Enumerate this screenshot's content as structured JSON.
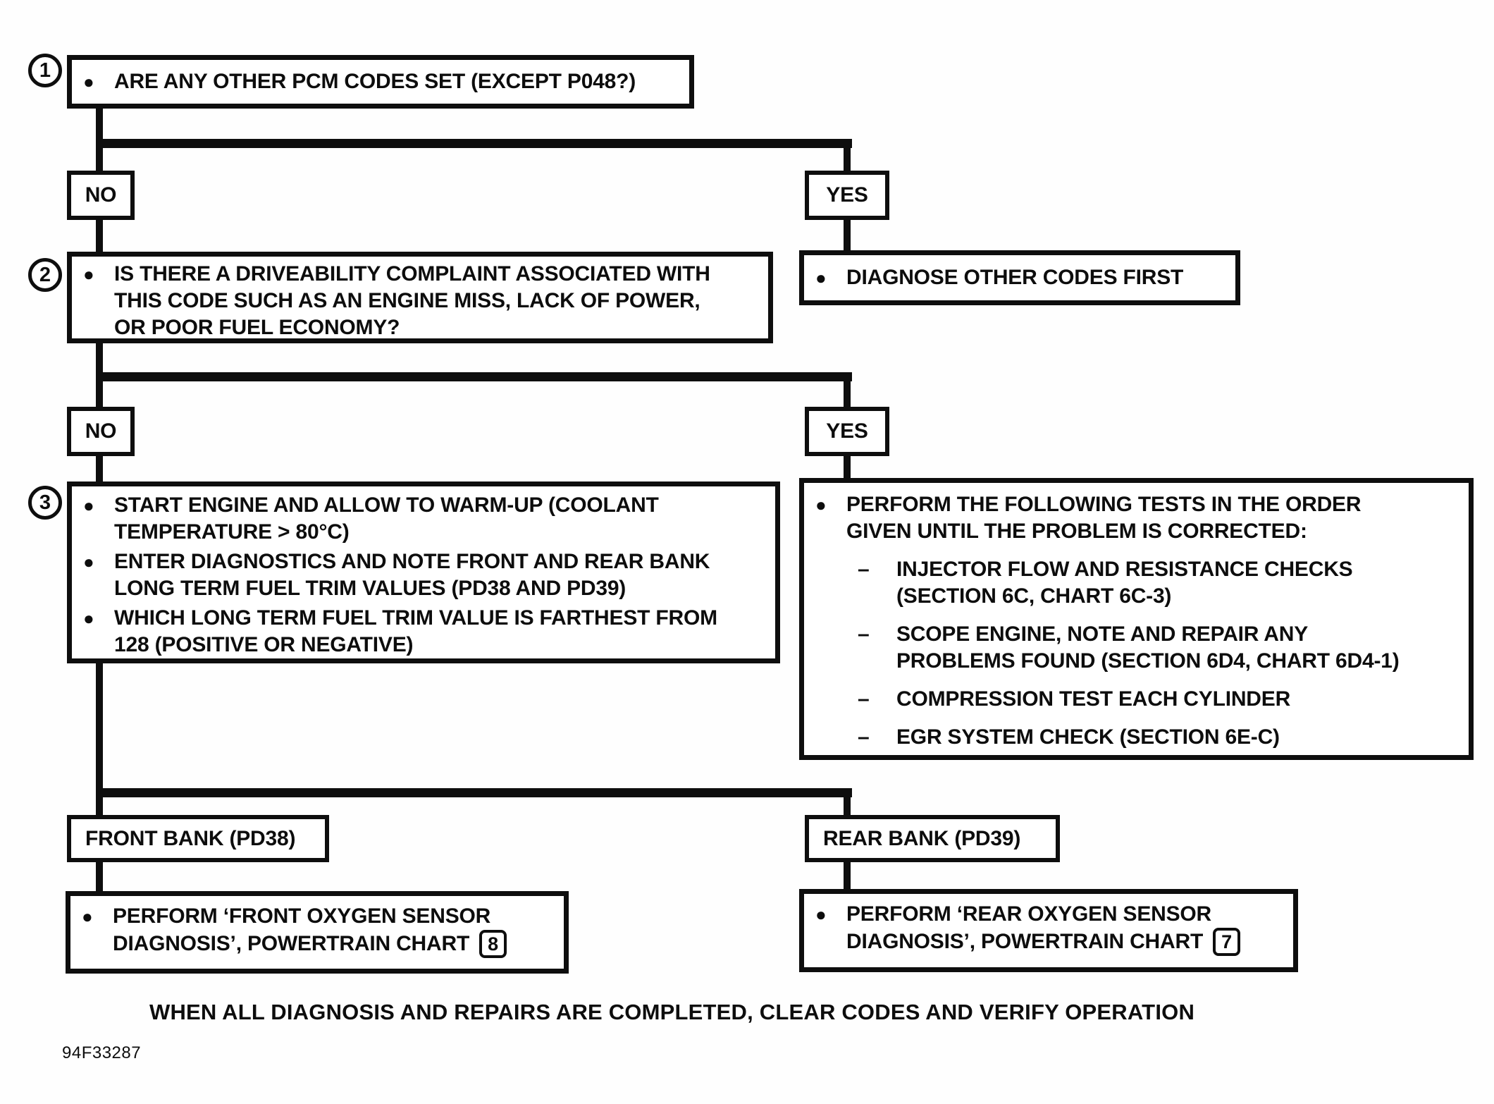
{
  "glyphs": {
    "bullet": "●",
    "dash": "–"
  },
  "labels": {
    "no": "NO",
    "yes": "YES"
  },
  "nodes": {
    "q1": {
      "step": "1",
      "text": "ARE ANY OTHER PCM CODES SET (EXCEPT P048?)"
    },
    "diagnose": {
      "text": "DIAGNOSE OTHER CODES FIRST"
    },
    "q2": {
      "step": "2",
      "lines": [
        "IS THERE A DRIVEABILITY COMPLAINT ASSOCIATED WITH",
        "THIS CODE SUCH AS AN ENGINE MISS, LACK OF POWER,",
        "OR POOR FUEL ECONOMY?"
      ]
    },
    "q3": {
      "step": "3",
      "bullets": [
        {
          "lines": [
            "START ENGINE AND ALLOW TO WARM-UP (COOLANT",
            "TEMPERATURE > 80°C)"
          ]
        },
        {
          "lines": [
            "ENTER DIAGNOSTICS AND NOTE FRONT AND REAR BANK",
            "LONG TERM FUEL TRIM VALUES (PD38 AND PD39)"
          ]
        },
        {
          "lines": [
            "WHICH LONG TERM FUEL TRIM VALUE IS FARTHEST FROM",
            "128 (POSITIVE OR NEGATIVE)"
          ]
        }
      ]
    },
    "tests": {
      "intro_lines": [
        "PERFORM  THE FOLLOWING TESTS IN THE ORDER",
        "GIVEN UNTIL THE PROBLEM IS CORRECTED:"
      ],
      "items": [
        {
          "lines": [
            "INJECTOR FLOW AND RESISTANCE CHECKS",
            "(SECTION 6C, CHART 6C-3)"
          ]
        },
        {
          "lines": [
            "SCOPE ENGINE, NOTE AND REPAIR ANY",
            "PROBLEMS FOUND (SECTION 6D4, CHART 6D4-1)"
          ]
        },
        {
          "lines": [
            "COMPRESSION TEST EACH CYLINDER"
          ]
        },
        {
          "lines": [
            "EGR SYSTEM CHECK (SECTION 6E-C)"
          ]
        }
      ]
    },
    "front_bank": {
      "label": "FRONT BANK (PD38)"
    },
    "rear_bank": {
      "label": "REAR BANK (PD39)"
    },
    "front_action": {
      "lines": [
        "PERFORM ‘FRONT OXYGEN SENSOR",
        "DIAGNOSIS’, POWERTRAIN CHART"
      ],
      "chart_ref": "8"
    },
    "rear_action": {
      "lines": [
        "PERFORM ‘REAR OXYGEN SENSOR",
        "DIAGNOSIS’, POWERTRAIN CHART"
      ],
      "chart_ref": "7"
    }
  },
  "footer": {
    "note": "WHEN ALL DIAGNOSIS AND REPAIRS ARE COMPLETED, CLEAR CODES AND VERIFY OPERATION",
    "figure_code": "94F33287"
  }
}
